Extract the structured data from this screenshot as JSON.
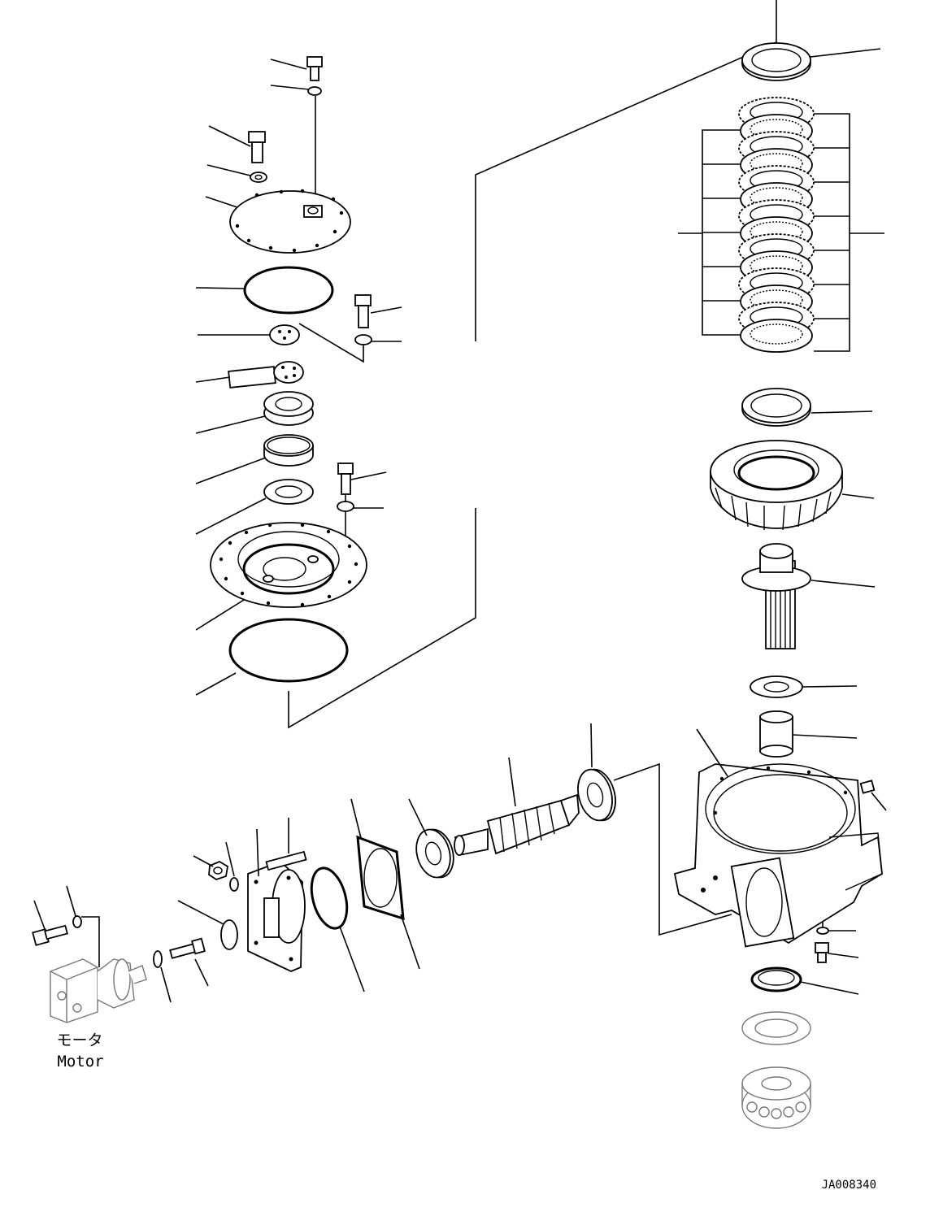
{
  "motor_label_jp": "モータ",
  "motor_label_en": "Motor",
  "drawing_number": "JA008340"
}
